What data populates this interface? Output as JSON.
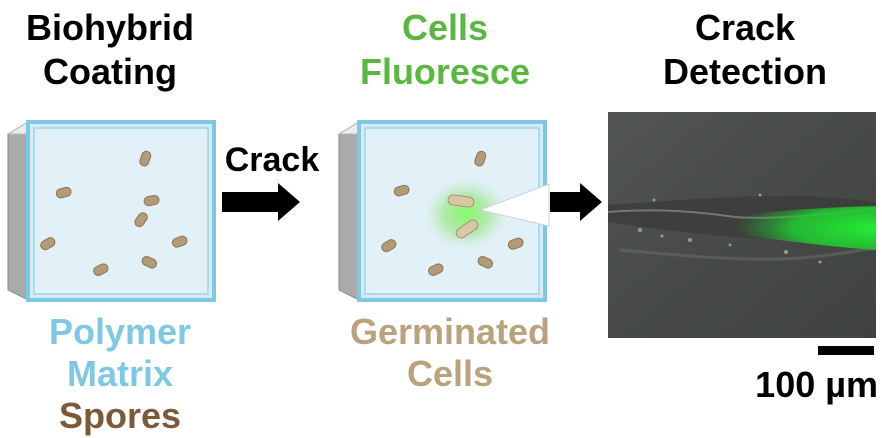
{
  "panel1": {
    "title_line1": "Biohybrid",
    "title_line2": "Coating",
    "label_polymer_line1": "Polymer",
    "label_polymer_line2": "Matrix",
    "label_spores": "Spores"
  },
  "arrow1": {
    "label": "Crack"
  },
  "panel2": {
    "title_line1": "Cells",
    "title_line2": "Fluoresce",
    "label_germinated_line1": "Germinated",
    "label_germinated_line2": "Cells"
  },
  "panel3": {
    "title_line1": "Crack",
    "title_line2": "Detection",
    "scale_bar_label": "100 µm"
  },
  "colors": {
    "title_black": "#000000",
    "fluorescence_green": "#5ab842",
    "polymer_blue": "#7ec8e3",
    "spore_brown": "#7a5a3a",
    "germinated_tan": "#b9a27c",
    "micrograph_bg": "#4a4d4a",
    "crack_green": "#22dd2f"
  }
}
